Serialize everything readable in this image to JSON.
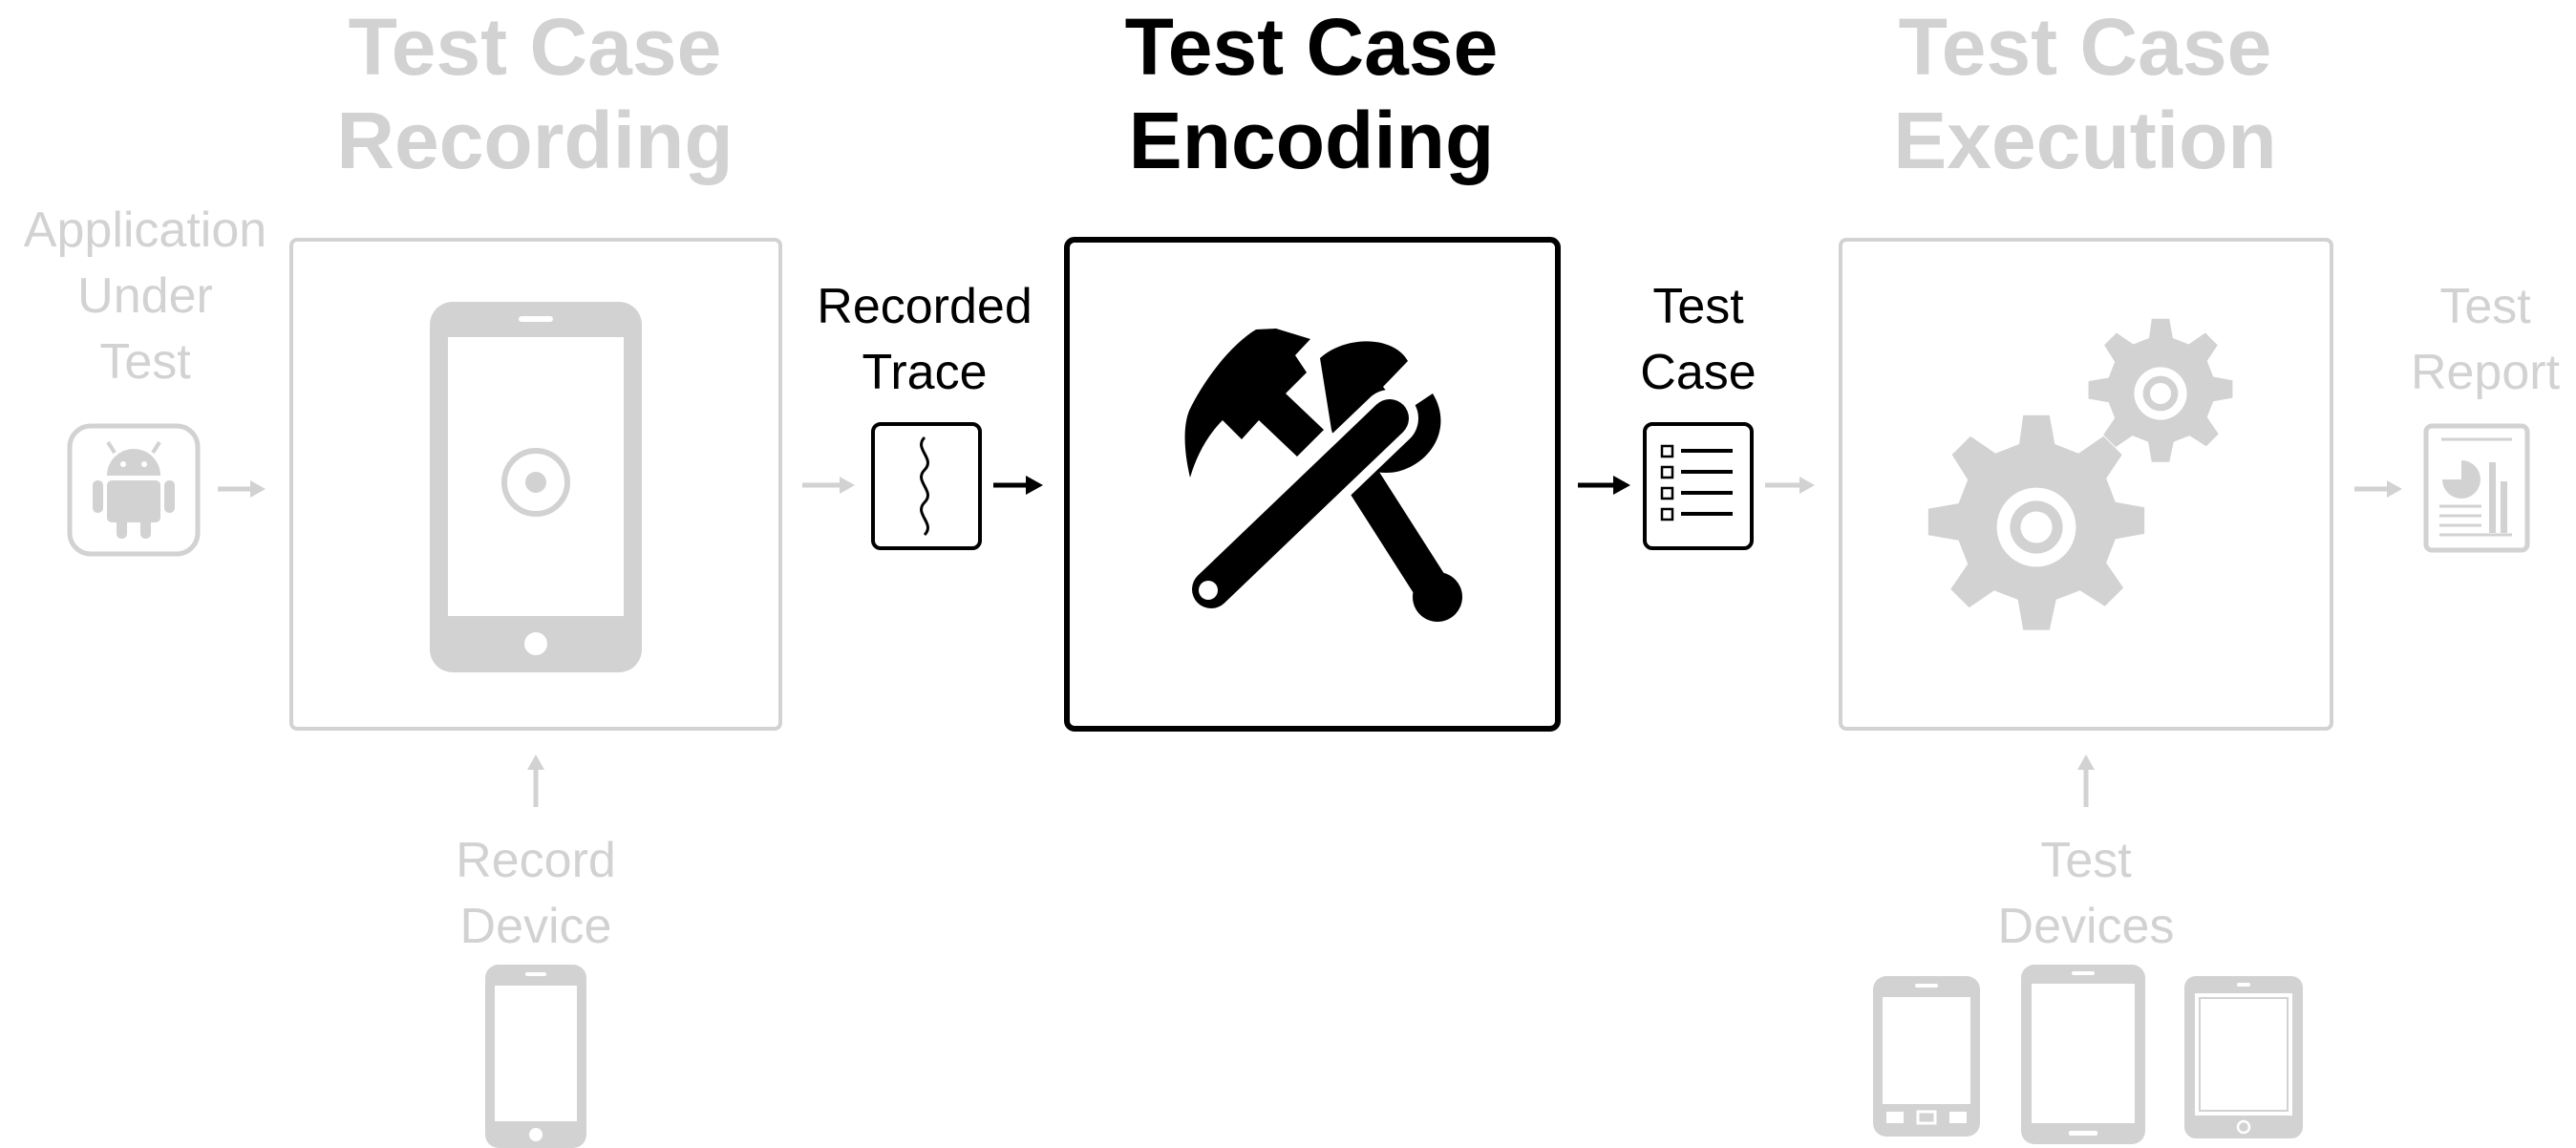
{
  "colors": {
    "active": "#000000",
    "inactive": "#d2d2d2",
    "inactive_dark": "#c4c4c4"
  },
  "stages": {
    "recording": {
      "title_line1": "Test Case",
      "title_line2": "Recording",
      "icon": "smartphone-target-icon",
      "state": "inactive"
    },
    "encoding": {
      "title_line1": "Test Case",
      "title_line2": "Encoding",
      "icon": "hammer-wrench-icon",
      "state": "active"
    },
    "execution": {
      "title_line1": "Test Case",
      "title_line2": "Execution",
      "icon": "gears-icon",
      "state": "inactive"
    }
  },
  "inputs": {
    "application": {
      "line1": "Application",
      "line2": "Under",
      "line3": "Test",
      "icon": "android-icon"
    },
    "record_device": {
      "line1": "Record",
      "line2": "Device",
      "icon": "smartphone-icon"
    },
    "test_devices": {
      "line1": "Test",
      "line2": "Devices",
      "icons": [
        "phone-icon",
        "tablet-icon",
        "ipad-icon"
      ]
    }
  },
  "artifacts": {
    "recorded_trace": {
      "line1": "Recorded",
      "line2": "Trace",
      "icon": "trace-document-icon"
    },
    "test_case": {
      "line1": "Test",
      "line2": "Case",
      "icon": "checklist-document-icon"
    },
    "test_report": {
      "line1": "Test",
      "line2": "Report",
      "icon": "report-document-icon"
    }
  }
}
